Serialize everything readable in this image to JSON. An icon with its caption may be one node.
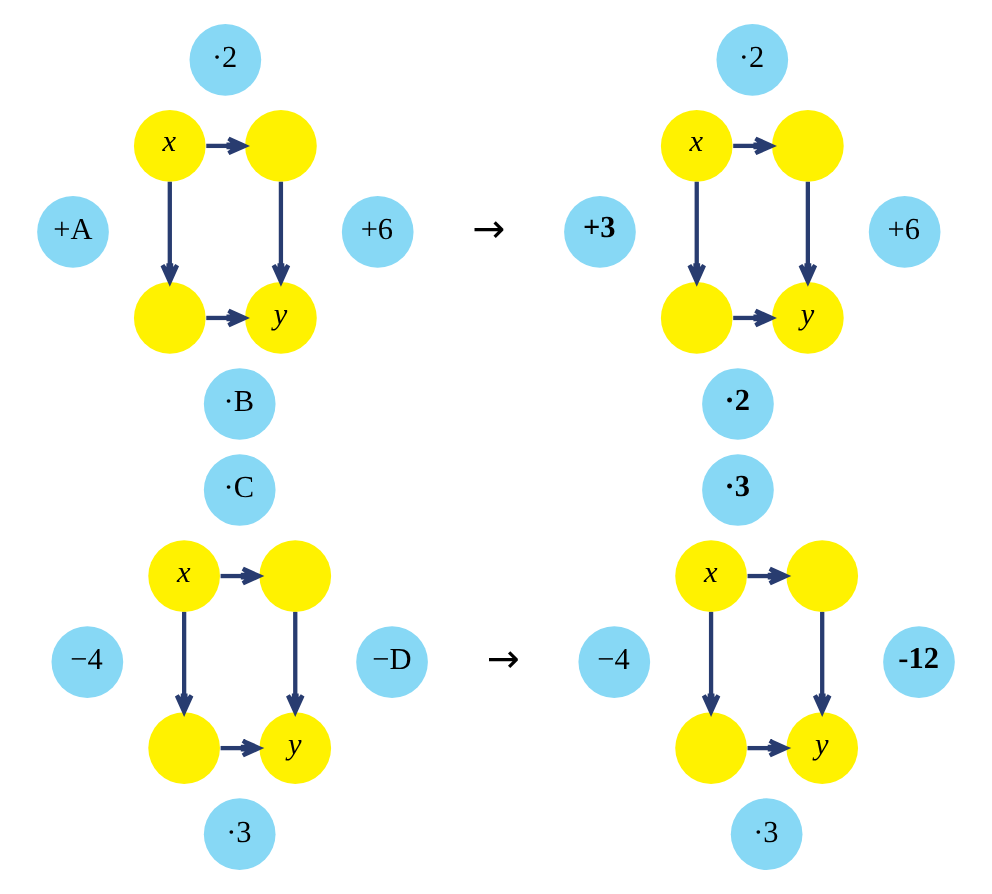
{
  "diagram": {
    "nodes": [
      {
        "text": [
          "·2"
        ]
      },
      {
        "text": [
          "x"
        ]
      },
      {
        "text": [],
        "shape": "circle"
      },
      {
        "text": [
          "+A"
        ]
      },
      {
        "text": [
          "+6"
        ]
      },
      {
        "text": [],
        "shape": "circle"
      },
      {
        "text": [
          "y"
        ]
      },
      {
        "text": [
          "·B"
        ]
      },
      {
        "text": [
          "·2"
        ]
      },
      {
        "text": [
          "x"
        ]
      },
      {
        "text": [],
        "shape": "circle"
      },
      {
        "text": [
          "+3"
        ]
      },
      {
        "text": [
          "+6"
        ]
      },
      {
        "text": [],
        "shape": "circle"
      },
      {
        "text": [
          "y"
        ]
      },
      {
        "text": [
          "·2"
        ]
      },
      {
        "text": [
          "·C"
        ]
      },
      {
        "text": [
          "x"
        ]
      },
      {
        "text": [],
        "shape": "circle"
      },
      {
        "text": [
          "−4"
        ]
      },
      {
        "text": [
          "−D"
        ]
      },
      {
        "text": [],
        "shape": "circle"
      },
      {
        "text": [
          "y"
        ]
      },
      {
        "text": [
          "·3"
        ]
      },
      {
        "text": [
          "·3"
        ]
      },
      {
        "text": [
          "x"
        ]
      },
      {
        "text": [],
        "shape": "circle"
      },
      {
        "text": [
          "−4"
        ]
      },
      {
        "text": [
          "-12"
        ]
      },
      {
        "text": [],
        "shape": "circle"
      },
      {
        "text": [
          "y"
        ]
      },
      {
        "text": [
          "·3"
        ]
      }
    ],
    "edges": [
      {
        "from": 1,
        "to": 2,
        "arrow": "to"
      },
      {
        "from": 1,
        "to": 5,
        "arrow": "to"
      },
      {
        "from": 2,
        "to": 6,
        "arrow": "to"
      },
      {
        "from": 5,
        "to": 6,
        "arrow": "to"
      },
      {
        "from": 9,
        "to": 10,
        "arrow": "to"
      },
      {
        "from": 9,
        "to": 13,
        "arrow": "to"
      },
      {
        "from": 10,
        "to": 14,
        "arrow": "to"
      },
      {
        "from": 13,
        "to": 14,
        "arrow": "to"
      },
      {
        "from": 17,
        "to": 18,
        "arrow": "to"
      },
      {
        "from": 17,
        "to": 21,
        "arrow": "to"
      },
      {
        "from": 18,
        "to": 22,
        "arrow": "to"
      },
      {
        "from": 21,
        "to": 22,
        "arrow": "to"
      },
      {
        "from": 25,
        "to": 26,
        "arrow": "to"
      },
      {
        "from": 25,
        "to": 29,
        "arrow": "to"
      },
      {
        "from": 26,
        "to": 30,
        "arrow": "to"
      },
      {
        "from": 29,
        "to": 30,
        "arrow": "to"
      }
    ],
    "labels": [
      "→",
      "→"
    ]
  }
}
